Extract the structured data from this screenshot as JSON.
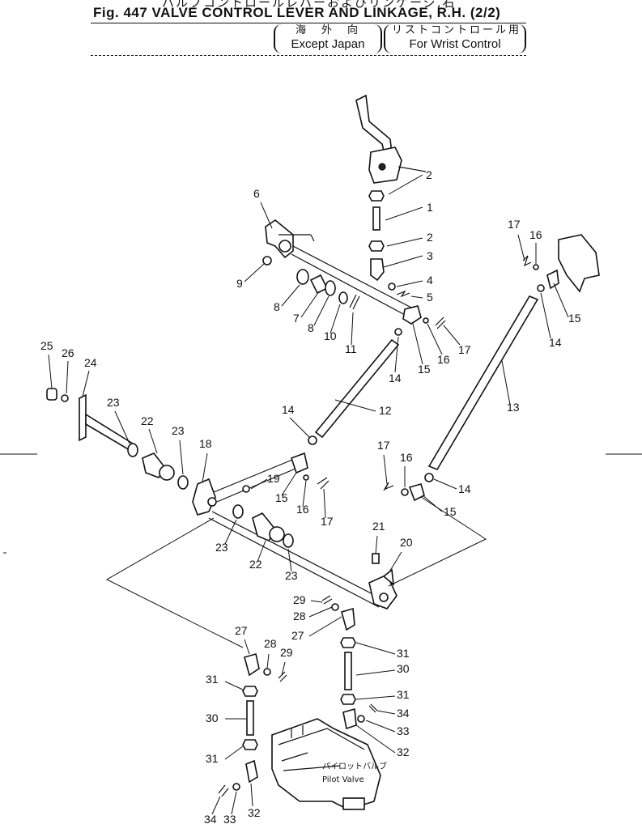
{
  "header": {
    "japanese_title": "バルブコントロールレバーおよびリンケージ,右",
    "figure_title": "Fig. 447  VALVE CONTROL LEVER AND LINKAGE, R.H. (2/2)",
    "box_except": {
      "jp": "海　外　向",
      "en": "Except  Japan"
    },
    "box_wrist": {
      "jp": "リストコントロール用",
      "en": "For  Wrist  Control"
    }
  },
  "pilot_valve": {
    "jp": "パイロットバルブ",
    "en": "Pilot  Valve"
  },
  "callouts": [
    {
      "id": "c2a",
      "label": "2"
    },
    {
      "id": "c1",
      "label": "1"
    },
    {
      "id": "c2b",
      "label": "2"
    },
    {
      "id": "c3",
      "label": "3"
    },
    {
      "id": "c4",
      "label": "4"
    },
    {
      "id": "c5",
      "label": "5"
    },
    {
      "id": "c6",
      "label": "6"
    },
    {
      "id": "c9",
      "label": "9"
    },
    {
      "id": "c8a",
      "label": "8"
    },
    {
      "id": "c7",
      "label": "7"
    },
    {
      "id": "c8b",
      "label": "8"
    },
    {
      "id": "c10",
      "label": "10"
    },
    {
      "id": "c11",
      "label": "11"
    },
    {
      "id": "c14a",
      "label": "14"
    },
    {
      "id": "c15a",
      "label": "15"
    },
    {
      "id": "c16a",
      "label": "16"
    },
    {
      "id": "c17a",
      "label": "17"
    },
    {
      "id": "c12",
      "label": "12"
    },
    {
      "id": "c17b",
      "label": "17"
    },
    {
      "id": "c16b",
      "label": "16"
    },
    {
      "id": "c15b",
      "label": "15"
    },
    {
      "id": "c14b",
      "label": "14"
    },
    {
      "id": "c13",
      "label": "13"
    },
    {
      "id": "c25",
      "label": "25"
    },
    {
      "id": "c26",
      "label": "26"
    },
    {
      "id": "c24",
      "label": "24"
    },
    {
      "id": "c23a",
      "label": "23"
    },
    {
      "id": "c22a",
      "label": "22"
    },
    {
      "id": "c23b",
      "label": "23"
    },
    {
      "id": "c18",
      "label": "18"
    },
    {
      "id": "c14c",
      "label": "14"
    },
    {
      "id": "c19",
      "label": "19"
    },
    {
      "id": "c15c",
      "label": "15"
    },
    {
      "id": "c16c",
      "label": "16"
    },
    {
      "id": "c17c",
      "label": "17"
    },
    {
      "id": "c17d",
      "label": "17"
    },
    {
      "id": "c16d",
      "label": "16"
    },
    {
      "id": "c14d",
      "label": "14"
    },
    {
      "id": "c15d",
      "label": "15"
    },
    {
      "id": "c23c",
      "label": "23"
    },
    {
      "id": "c22b",
      "label": "22"
    },
    {
      "id": "c23d",
      "label": "23"
    },
    {
      "id": "c21",
      "label": "21"
    },
    {
      "id": "c20",
      "label": "20"
    },
    {
      "id": "c29a",
      "label": "29"
    },
    {
      "id": "c28a",
      "label": "28"
    },
    {
      "id": "c27a",
      "label": "27"
    },
    {
      "id": "c27b",
      "label": "27"
    },
    {
      "id": "c28b",
      "label": "28"
    },
    {
      "id": "c29b",
      "label": "29"
    },
    {
      "id": "c31a",
      "label": "31"
    },
    {
      "id": "c30a",
      "label": "30"
    },
    {
      "id": "c31b",
      "label": "31"
    },
    {
      "id": "c34a",
      "label": "34"
    },
    {
      "id": "c33a",
      "label": "33"
    },
    {
      "id": "c32a",
      "label": "32"
    },
    {
      "id": "c31c",
      "label": "31"
    },
    {
      "id": "c30b",
      "label": "30"
    },
    {
      "id": "c31d",
      "label": "31"
    },
    {
      "id": "c34b",
      "label": "34"
    },
    {
      "id": "c33b",
      "label": "33"
    },
    {
      "id": "c32b",
      "label": "32"
    }
  ]
}
